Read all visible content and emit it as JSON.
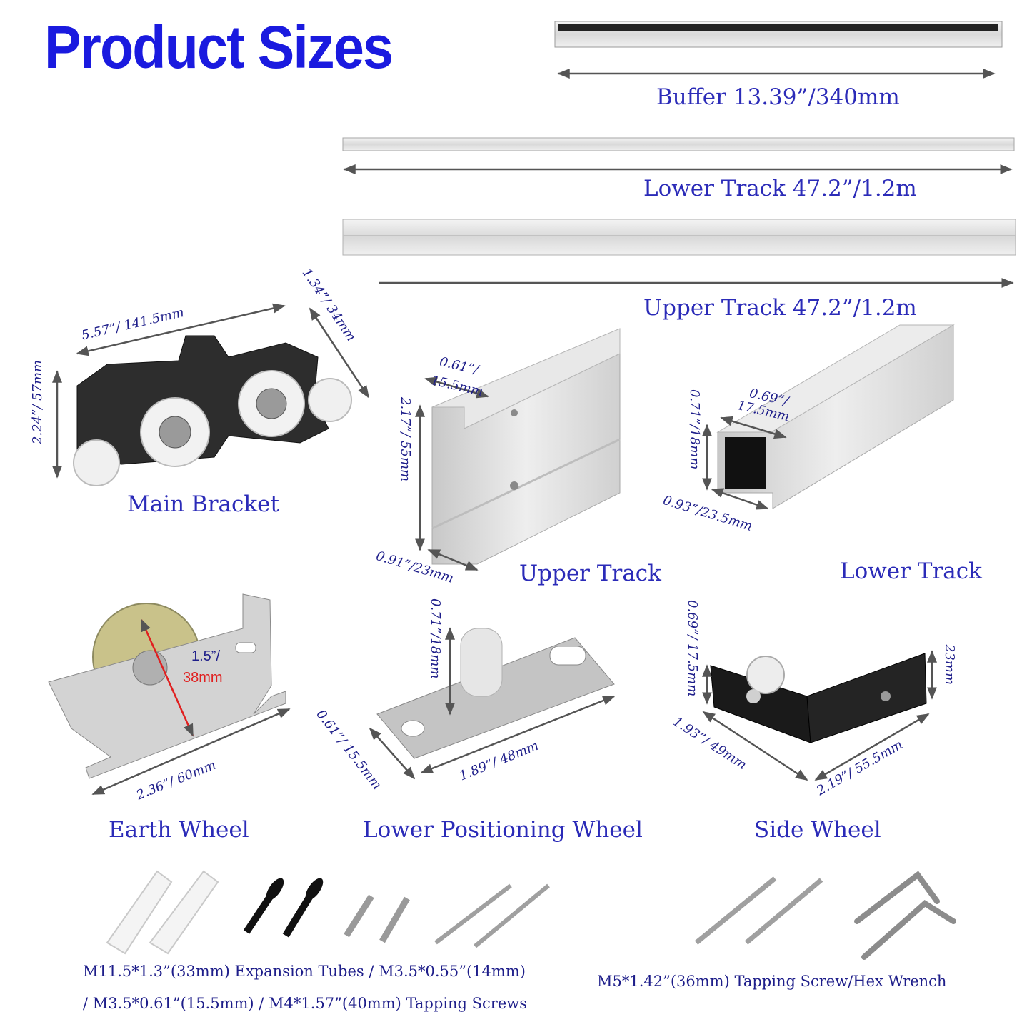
{
  "title": "Product Sizes",
  "colors": {
    "title": "#1a1adf",
    "label": "#2b2bb8",
    "dimension": "#1e1e8a",
    "highlight": "#e02020"
  },
  "rails": {
    "buffer": "Buffer 13.39”/340mm",
    "lower_track": "Lower Track 47.2”/1.2m",
    "upper_track": "Upper Track 47.2”/1.2m"
  },
  "main_bracket": {
    "label": "Main Bracket",
    "length": "5.57”/ 141.5mm",
    "depth": "1.34”/ 34mm",
    "height": "2.24”/ 57mm"
  },
  "upper_track_profile": {
    "label": "Upper Track",
    "top": "0.61”/",
    "top_mm": "15.5mm",
    "height": "2.17”/ 55mm",
    "bottom": "0.91”/23mm"
  },
  "lower_track_profile": {
    "label": "Lower Track",
    "top": "0.69”/",
    "top_mm": "17.5mm",
    "height": "0.71”/18mm",
    "bottom": "0.93”/23.5mm"
  },
  "earth_wheel": {
    "label": "Earth Wheel",
    "diameter": "1.5”/",
    "diameter_mm": "38mm",
    "length": "2.36”/ 60mm"
  },
  "lower_positioning_wheel": {
    "label": "Lower Positioning Wheel",
    "height": "0.71”/18mm",
    "width": "0.61”/ 15.5mm",
    "length": "1.89”/ 48mm"
  },
  "side_wheel": {
    "label": "Side Wheel",
    "height": "0.69”/ 17.5mm",
    "side": "23mm",
    "depth": "1.93”/ 49mm",
    "length": "2.19”/ 55.5mm"
  },
  "hardware": {
    "left_line1": "M11.5*1.3”(33mm) Expansion Tubes / M3.5*0.55”(14mm)",
    "left_line2": "/ M3.5*0.61”(15.5mm) / M4*1.57”(40mm) Tapping Screws",
    "right": "M5*1.42”(36mm) Tapping Screw/Hex Wrench"
  }
}
